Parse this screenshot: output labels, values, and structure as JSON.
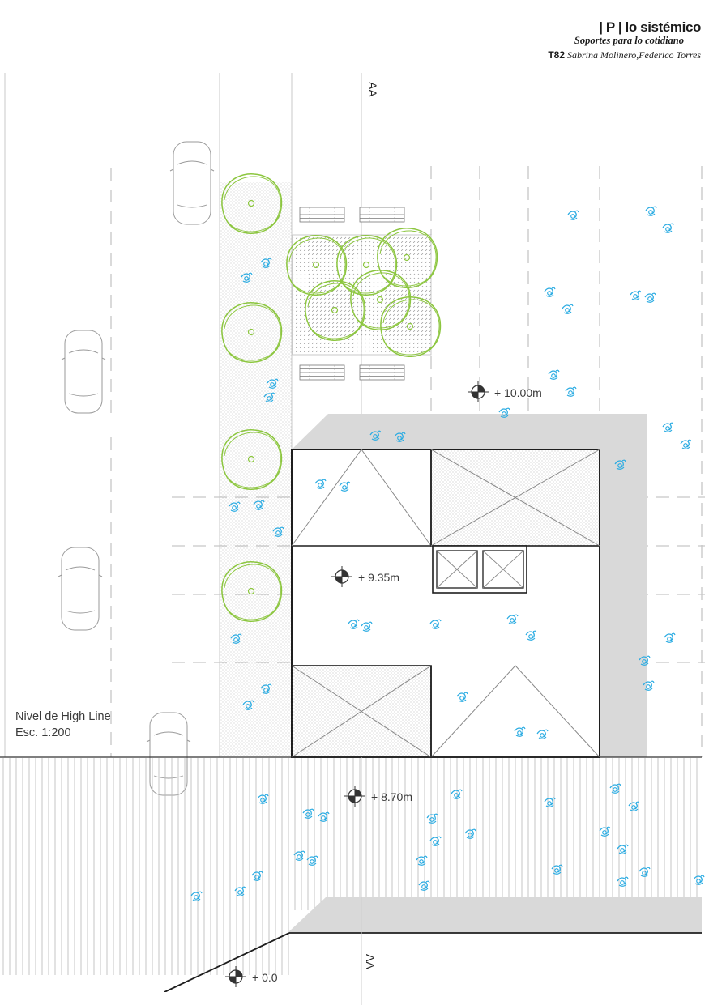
{
  "header": {
    "title": "| P | lo sistémico",
    "subtitle": "Soportes para lo cotidiano",
    "team_code": "T82",
    "authors": "Sabrina Molinero,Federico Torres"
  },
  "section_marks": {
    "top": "AA",
    "bottom": "AA"
  },
  "levels": {
    "upper": "+ 10.00m",
    "building": "+ 9.35m",
    "high_line": "+ 8.70m",
    "street": "+ 0.0"
  },
  "notes": {
    "plan_name": "Nivel de High Line",
    "scale": "Esc. 1:200"
  },
  "colors": {
    "trees": "#8cc63f",
    "people": "#29abe2",
    "walls": "#d9d9d9",
    "lines": "#bbbbbb"
  }
}
